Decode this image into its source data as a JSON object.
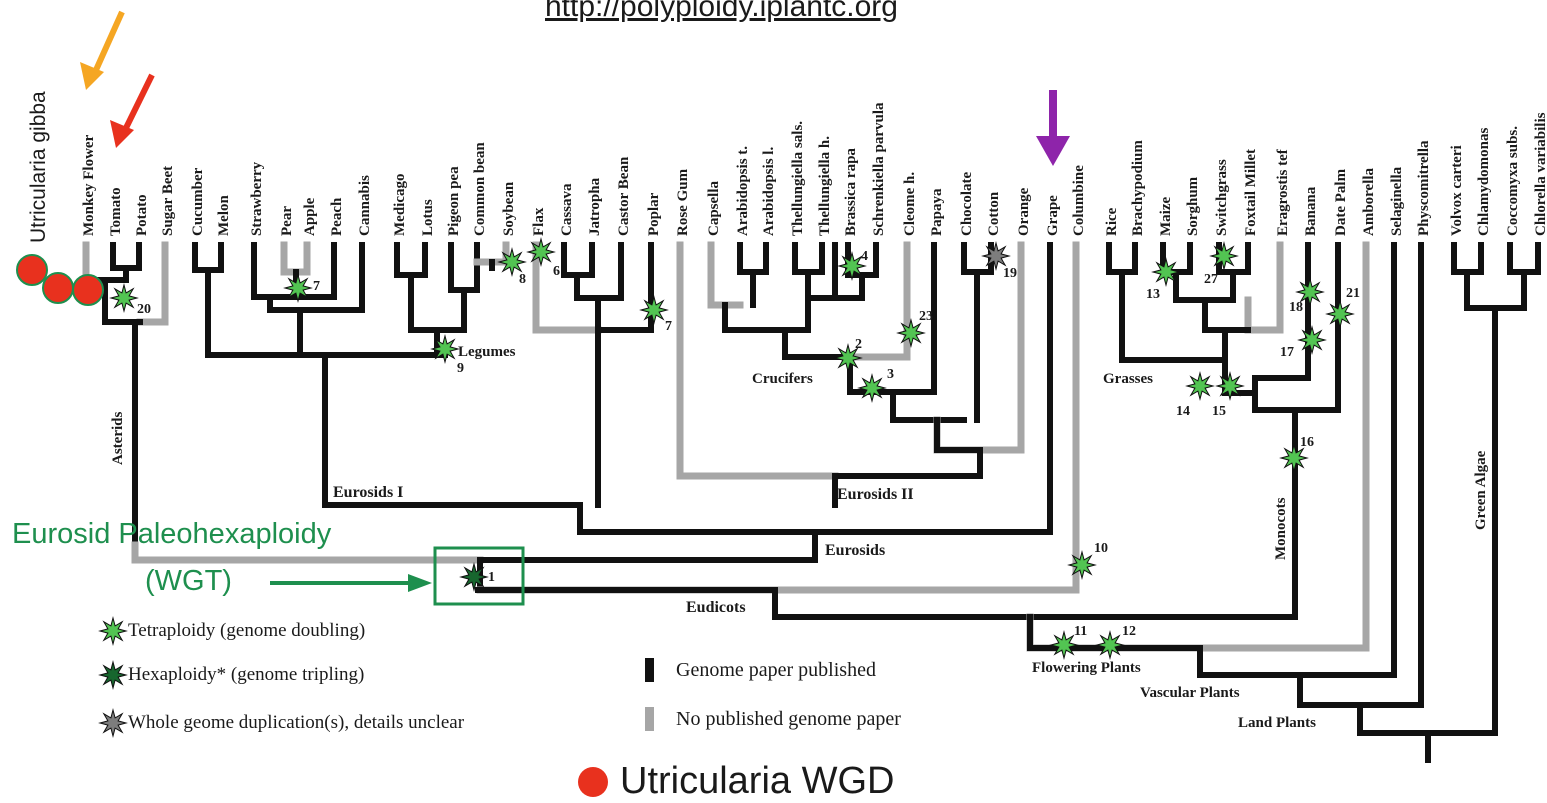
{
  "url": "http://polyploidy.iplantc.org",
  "taxa": [
    "Utricularia gibba",
    "Monkey Flower",
    "Tomato",
    "Potato",
    "Sugar Beet",
    "Cucumber",
    "Melon",
    "Strawberry",
    "Pear",
    "Apple",
    "Peach",
    "Cannabis",
    "Medicago",
    "Lotus",
    "Pigeon pea",
    "Common bean",
    "Soybean",
    "Flax",
    "Cassava",
    "Jatropha",
    "Castor Bean",
    "Poplar",
    "Rose Gum",
    "Capsella",
    "Arabidopsis t.",
    "Arabidopsis l.",
    "Thellungiella sals.",
    "Thellungiella h.",
    "Brassica rapa",
    "Schrenkiella parvula",
    "Cleome h.",
    "Papaya",
    "Chocolate",
    "Cotton",
    "Orange",
    "Grape",
    "Columbine",
    "Rice",
    "Brachypodium",
    "Maize",
    "Sorghum",
    "Switchgrass",
    "Foxtail Millet",
    "Eragrostis tef",
    "Banana",
    "Date Palm",
    "Amborella",
    "Selaginella",
    "Physcomitrella",
    "Volvox carteri",
    "Chlamydomonas",
    "Coccomyxa subs.",
    "Chlorella variabilis"
  ],
  "clades": {
    "asterids": "Asterids",
    "legumes": "Legumes",
    "crucifers": "Crucifers",
    "grasses": "Grasses",
    "eurosids_1": "Eurosids I",
    "eurosids_2": "Eurosids II",
    "eurosids": "Eurosids",
    "eudicots": "Eudicots",
    "monocots": "Monocots",
    "green_algae": "Green Algae",
    "flowering_plants": "Flowering Plants",
    "vascular_plants": "Vascular Plants",
    "land_plants": "Land Plants"
  },
  "event_numbers": [
    "20",
    "7",
    "9",
    "8",
    "6",
    "7",
    "2",
    "23",
    "4",
    "3",
    "19",
    "1",
    "10",
    "13",
    "27",
    "14",
    "15",
    "18",
    "17",
    "21",
    "16",
    "11",
    "12"
  ],
  "eurosid_title": "Eurosid Paleohexaploidy",
  "wgt_label": "(WGT)",
  "legend": {
    "tetraploidy": "Tetraploidy (genome doubling)",
    "hexaploidy": "Hexaploidy* (genome tripling)",
    "whole_genome": "Whole geome duplication(s), details unclear",
    "published": "Genome paper published",
    "unpublished": "No published genome paper"
  },
  "utricularia_legend": "Utricularia WGD",
  "colors": {
    "published_branch": "#111111",
    "unpublished_branch": "#a6a6a6",
    "tetraploidy_star": "#52c452",
    "hexaploidy_star": "#17662e",
    "unclear_star": "#7d7d7d",
    "utricularia_dot": "#e8311e",
    "eurosid_green": "#1e8f4e",
    "orange_arrow": "#f5a623",
    "red_arrow": "#e8311e",
    "purple_arrow": "#8e24aa"
  },
  "icons": [
    "orange-arrow-icon",
    "red-arrow-icon",
    "purple-arrow-icon",
    "green-arrow-icon",
    "star-icon",
    "utricularia-dot-icon"
  ]
}
